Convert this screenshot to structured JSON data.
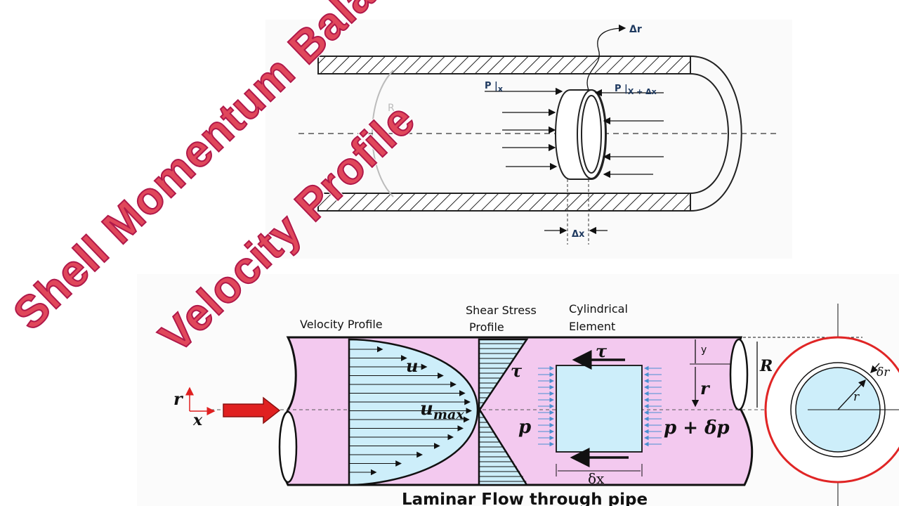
{
  "title": {
    "line1": "Shell Momentum Balance",
    "line2": "Velocity Profile"
  },
  "top_diagram": {
    "delta_r": "Δr",
    "p_at_x": "P |",
    "p_at_x_sub": "x",
    "p_at_x_dx": "P |",
    "p_at_x_dx_sub": "X + Δx",
    "delta_x": "Δx",
    "radius_label": "R"
  },
  "bottom_diagram": {
    "velocity_profile": "Velocity Profile",
    "shear_stress_line1": "Shear Stress",
    "shear_stress_line2": "Profile",
    "cyl_element_line1": "Cylindrical",
    "cyl_element_line2": "Element",
    "u": "u",
    "u_max": "u",
    "u_max_sub": "max",
    "tau_profile": "τ",
    "tau_top": "τ",
    "p_left": "p",
    "p_right": "p + δp",
    "delta_x": "δx",
    "y": "y",
    "r": "r",
    "R": "R",
    "axis_r": "r",
    "axis_x": "x",
    "caption": "Laminar Flow through pipe"
  },
  "cross_section": {
    "delta_r": "δr",
    "r": "r"
  },
  "colors": {
    "title_fill": "#e0475b",
    "title_stroke": "#b0194a",
    "pipe_fill": "#f3c9ef",
    "profile_fill": "#cdeefa",
    "arrow_red": "#e02020",
    "blue_arrow": "#4a8fd0",
    "ring_red": "#e02525"
  }
}
